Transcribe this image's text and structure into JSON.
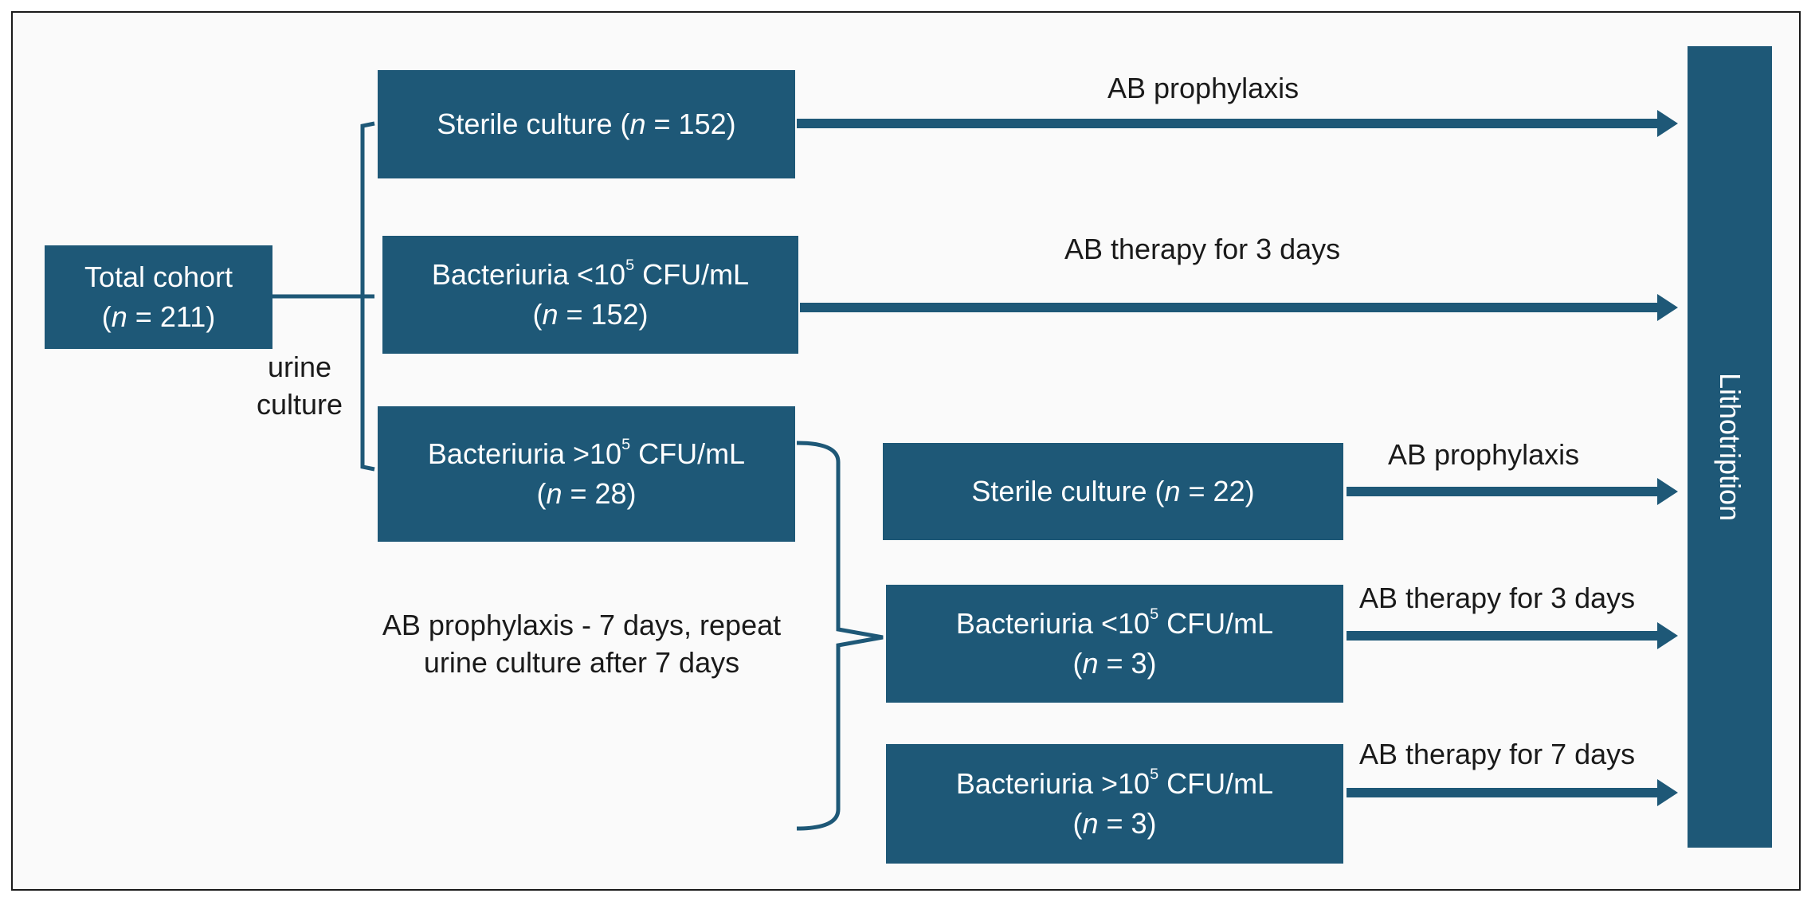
{
  "colors": {
    "box_fill": "#1e5877",
    "text_on_box": "#ffffff",
    "line": "#1e5877",
    "text": "#1a1a1a"
  },
  "nodes": {
    "total": {
      "line1": "Total cohort",
      "n_var": "n",
      "n_rest": " = 211)"
    },
    "sterile1": {
      "pre": "Sterile culture (",
      "n_var": "n",
      "post": " = 152)"
    },
    "bact_low1": {
      "pre": "Bacteriuria <10",
      "sup": "5",
      "post": " CFU/mL",
      "n_var": "n",
      "n_rest": " = 152)"
    },
    "bact_high1": {
      "pre": "Bacteriuria >10",
      "sup": "5",
      "post": " CFU/mL",
      "n_var": "n",
      "n_rest": " = 28)"
    },
    "sterile2": {
      "pre": "Sterile culture (",
      "n_var": "n",
      "post": " = 22)"
    },
    "bact_low2": {
      "pre": "Bacteriuria <10",
      "sup": "5",
      "post": " CFU/mL",
      "n_var": "n",
      "n_rest": " = 3)"
    },
    "bact_high2": {
      "pre": "Bacteriuria >10",
      "sup": "5",
      "post": " CFU/mL",
      "n_var": "n",
      "n_rest": " = 3)"
    },
    "litho": {
      "label": "Lithotription"
    }
  },
  "edges": {
    "urine_culture_line1": "urine",
    "urine_culture_line2": "culture",
    "ab_prophylaxis_1": "AB prophylaxis",
    "ab_therapy_3_days_1": "AB therapy for 3 days",
    "ab_prophylaxis_2": "AB prophylaxis",
    "ab_therapy_3_days_2": "AB therapy for 3 days",
    "ab_therapy_7_days": "AB therapy for 7 days",
    "repeat_line1": "AB prophylaxis - 7 days, repeat",
    "repeat_line2": "urine culture after 7 days"
  }
}
